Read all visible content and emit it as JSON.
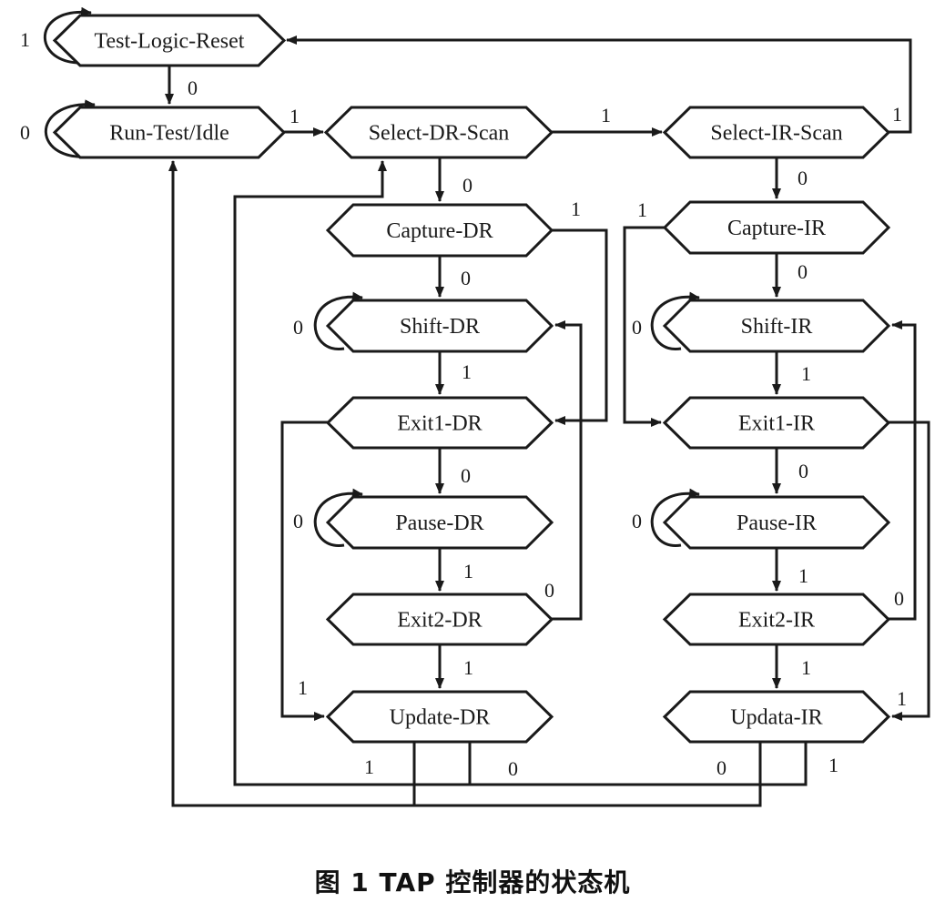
{
  "diagram": {
    "caption": "图 1   TAP 控制器的状态机",
    "colors": {
      "ink": "#1a1a1a",
      "fill": "#ffffff"
    },
    "states": [
      {
        "id": "tlr",
        "label": "Test-Logic-Reset"
      },
      {
        "id": "rti",
        "label": "Run-Test/Idle"
      },
      {
        "id": "sdr",
        "label": "Select-DR-Scan"
      },
      {
        "id": "sir",
        "label": "Select-IR-Scan"
      },
      {
        "id": "cdr",
        "label": "Capture-DR"
      },
      {
        "id": "cir",
        "label": "Capture-IR"
      },
      {
        "id": "shdr",
        "label": "Shift-DR"
      },
      {
        "id": "shir",
        "label": "Shift-IR"
      },
      {
        "id": "e1dr",
        "label": "Exit1-DR"
      },
      {
        "id": "e1ir",
        "label": "Exit1-IR"
      },
      {
        "id": "pdr",
        "label": "Pause-DR"
      },
      {
        "id": "pir",
        "label": "Pause-IR"
      },
      {
        "id": "e2dr",
        "label": "Exit2-DR"
      },
      {
        "id": "e2ir",
        "label": "Exit2-IR"
      },
      {
        "id": "udr",
        "label": "Update-DR"
      },
      {
        "id": "uir",
        "label": "Updata-IR"
      }
    ],
    "transitions": [
      {
        "from": "tlr",
        "to": "tlr",
        "label": "1"
      },
      {
        "from": "tlr",
        "to": "rti",
        "label": "0"
      },
      {
        "from": "rti",
        "to": "rti",
        "label": "0"
      },
      {
        "from": "rti",
        "to": "sdr",
        "label": "1"
      },
      {
        "from": "sdr",
        "to": "sir",
        "label": "1"
      },
      {
        "from": "sir",
        "to": "tlr",
        "label": "1"
      },
      {
        "from": "sdr",
        "to": "cdr",
        "label": "0"
      },
      {
        "from": "sir",
        "to": "cir",
        "label": "0"
      },
      {
        "from": "cdr",
        "to": "shdr",
        "label": "0"
      },
      {
        "from": "cdr",
        "to": "e1dr",
        "label": "1"
      },
      {
        "from": "cir",
        "to": "shir",
        "label": "0"
      },
      {
        "from": "cir",
        "to": "e1ir",
        "label": "1"
      },
      {
        "from": "shdr",
        "to": "shdr",
        "label": "0"
      },
      {
        "from": "shir",
        "to": "shir",
        "label": "0"
      },
      {
        "from": "shdr",
        "to": "e1dr",
        "label": "1"
      },
      {
        "from": "shir",
        "to": "e1ir",
        "label": "1"
      },
      {
        "from": "e1dr",
        "to": "pdr",
        "label": "0"
      },
      {
        "from": "e1ir",
        "to": "pir",
        "label": "0"
      },
      {
        "from": "e1dr",
        "to": "udr",
        "label": "1"
      },
      {
        "from": "e1ir",
        "to": "uir",
        "label": "1"
      },
      {
        "from": "pdr",
        "to": "pdr",
        "label": "0"
      },
      {
        "from": "pir",
        "to": "pir",
        "label": "0"
      },
      {
        "from": "pdr",
        "to": "e2dr",
        "label": "1"
      },
      {
        "from": "pir",
        "to": "e2ir",
        "label": "1"
      },
      {
        "from": "e2dr",
        "to": "shdr",
        "label": "0"
      },
      {
        "from": "e2ir",
        "to": "shir",
        "label": "0"
      },
      {
        "from": "e2dr",
        "to": "udr",
        "label": "1"
      },
      {
        "from": "e2ir",
        "to": "uir",
        "label": "1"
      },
      {
        "from": "udr",
        "to": "sdr",
        "label": "1"
      },
      {
        "from": "udr",
        "to": "rti",
        "label": "0"
      },
      {
        "from": "uir",
        "to": "rti",
        "label": "0"
      },
      {
        "from": "uir",
        "to": "sdr",
        "label": "1"
      }
    ]
  }
}
